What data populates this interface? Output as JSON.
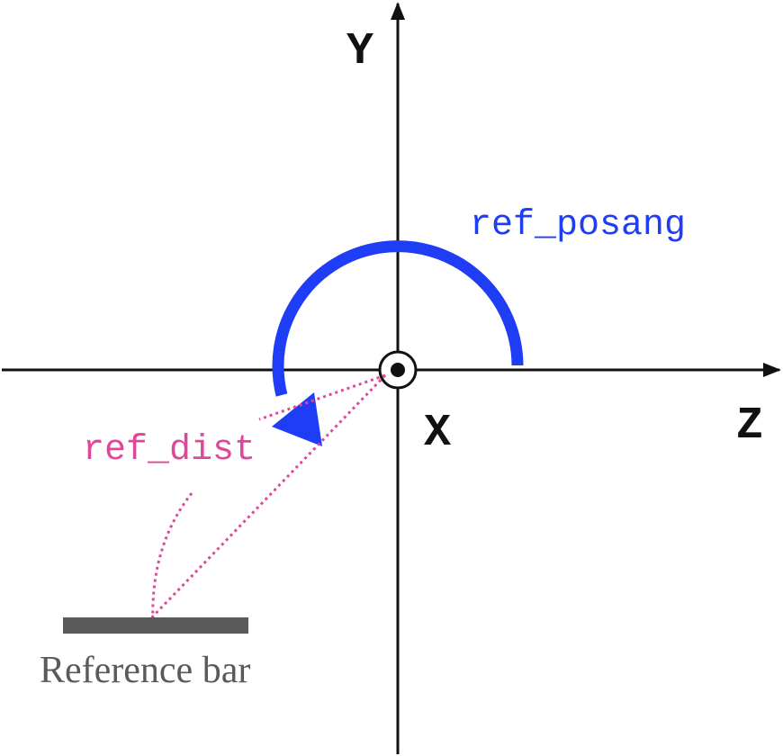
{
  "axes": {
    "y_label": "Y",
    "z_label": "Z",
    "x_label": "X"
  },
  "labels": {
    "angle": "ref_posang",
    "distance": "ref_dist",
    "reference": "Reference bar"
  },
  "colors": {
    "axis": "#111111",
    "angle": "#1f3df5",
    "distance": "#e0479a",
    "reference_bar": "#5a5a5a"
  }
}
